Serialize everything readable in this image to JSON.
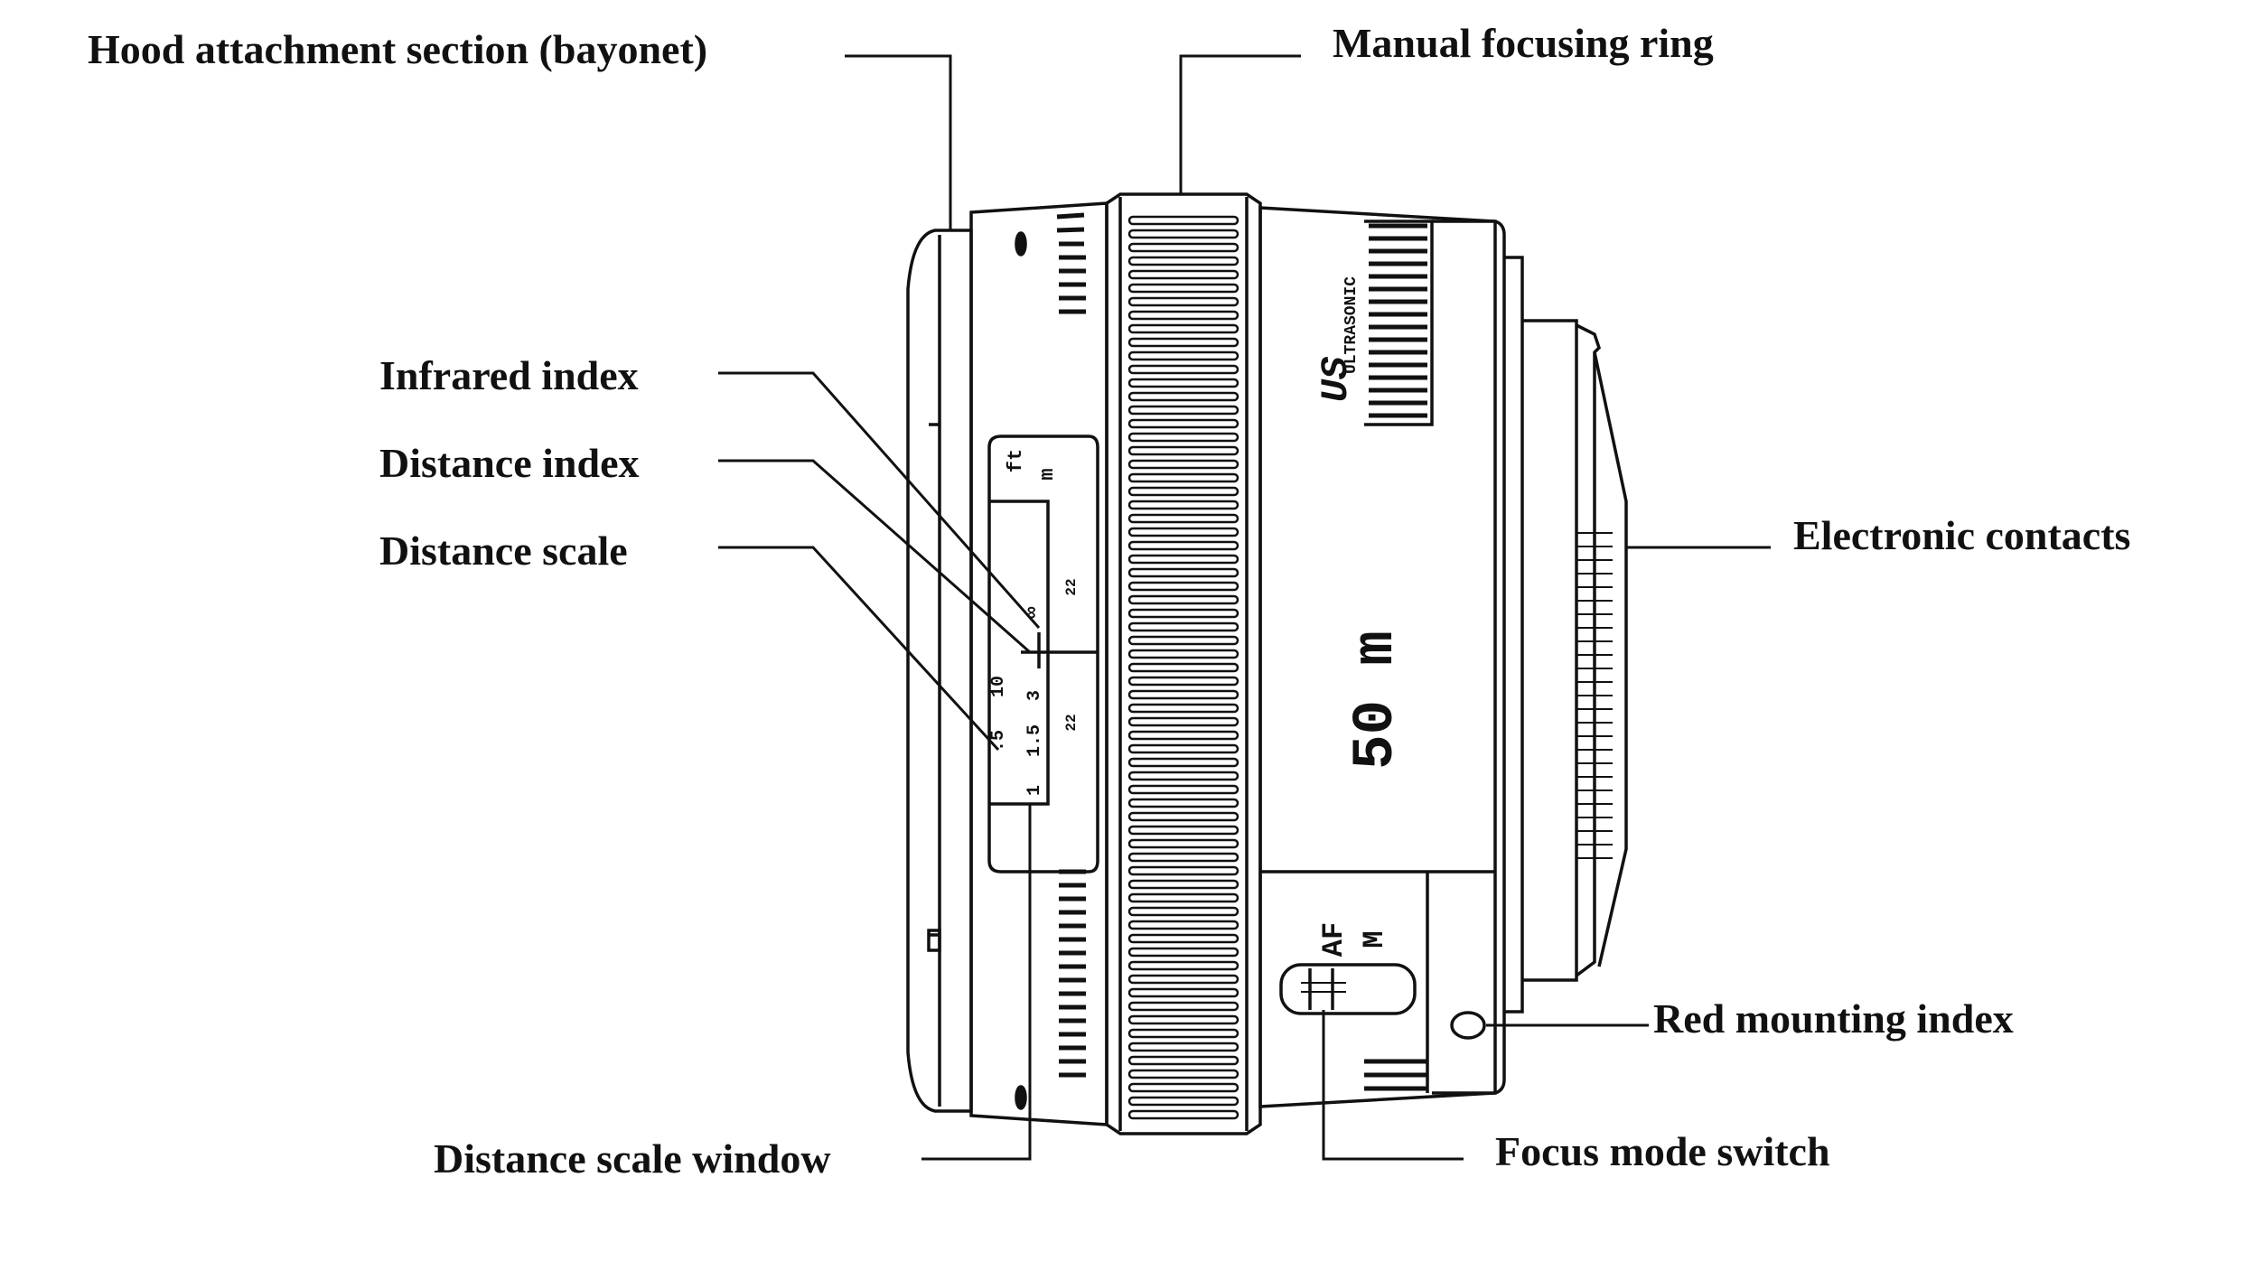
{
  "labels": {
    "hood_attachment": "Hood attachment section (bayonet)",
    "manual_focusing_ring": "Manual focusing ring",
    "infrared_index": "Infrared index",
    "distance_index": "Distance index",
    "distance_scale": "Distance scale",
    "electronic_contacts": "Electronic contacts",
    "red_mounting_index": "Red mounting index",
    "distance_scale_window": "Distance scale window",
    "focus_mode_switch": "Focus mode switch"
  },
  "lens_marks": {
    "focal_length": "50 m",
    "ultrasonic": "ULTRASONIC",
    "usm_logo": "US",
    "switch_af": "AF",
    "switch_m": "M",
    "scale_units_ft": "ft",
    "scale_units_m": "m",
    "scale_row_ft_1": "1",
    "scale_row_ft_2": "1.5",
    "scale_row_ft_3": "3",
    "scale_row_m_1": ".5",
    "scale_row_m_2": "10",
    "scale_infinity": "∞",
    "dof_22_top": "22",
    "dof_22_bottom": "22"
  },
  "colors": {
    "ink": "#111111",
    "paper": "#ffffff"
  }
}
